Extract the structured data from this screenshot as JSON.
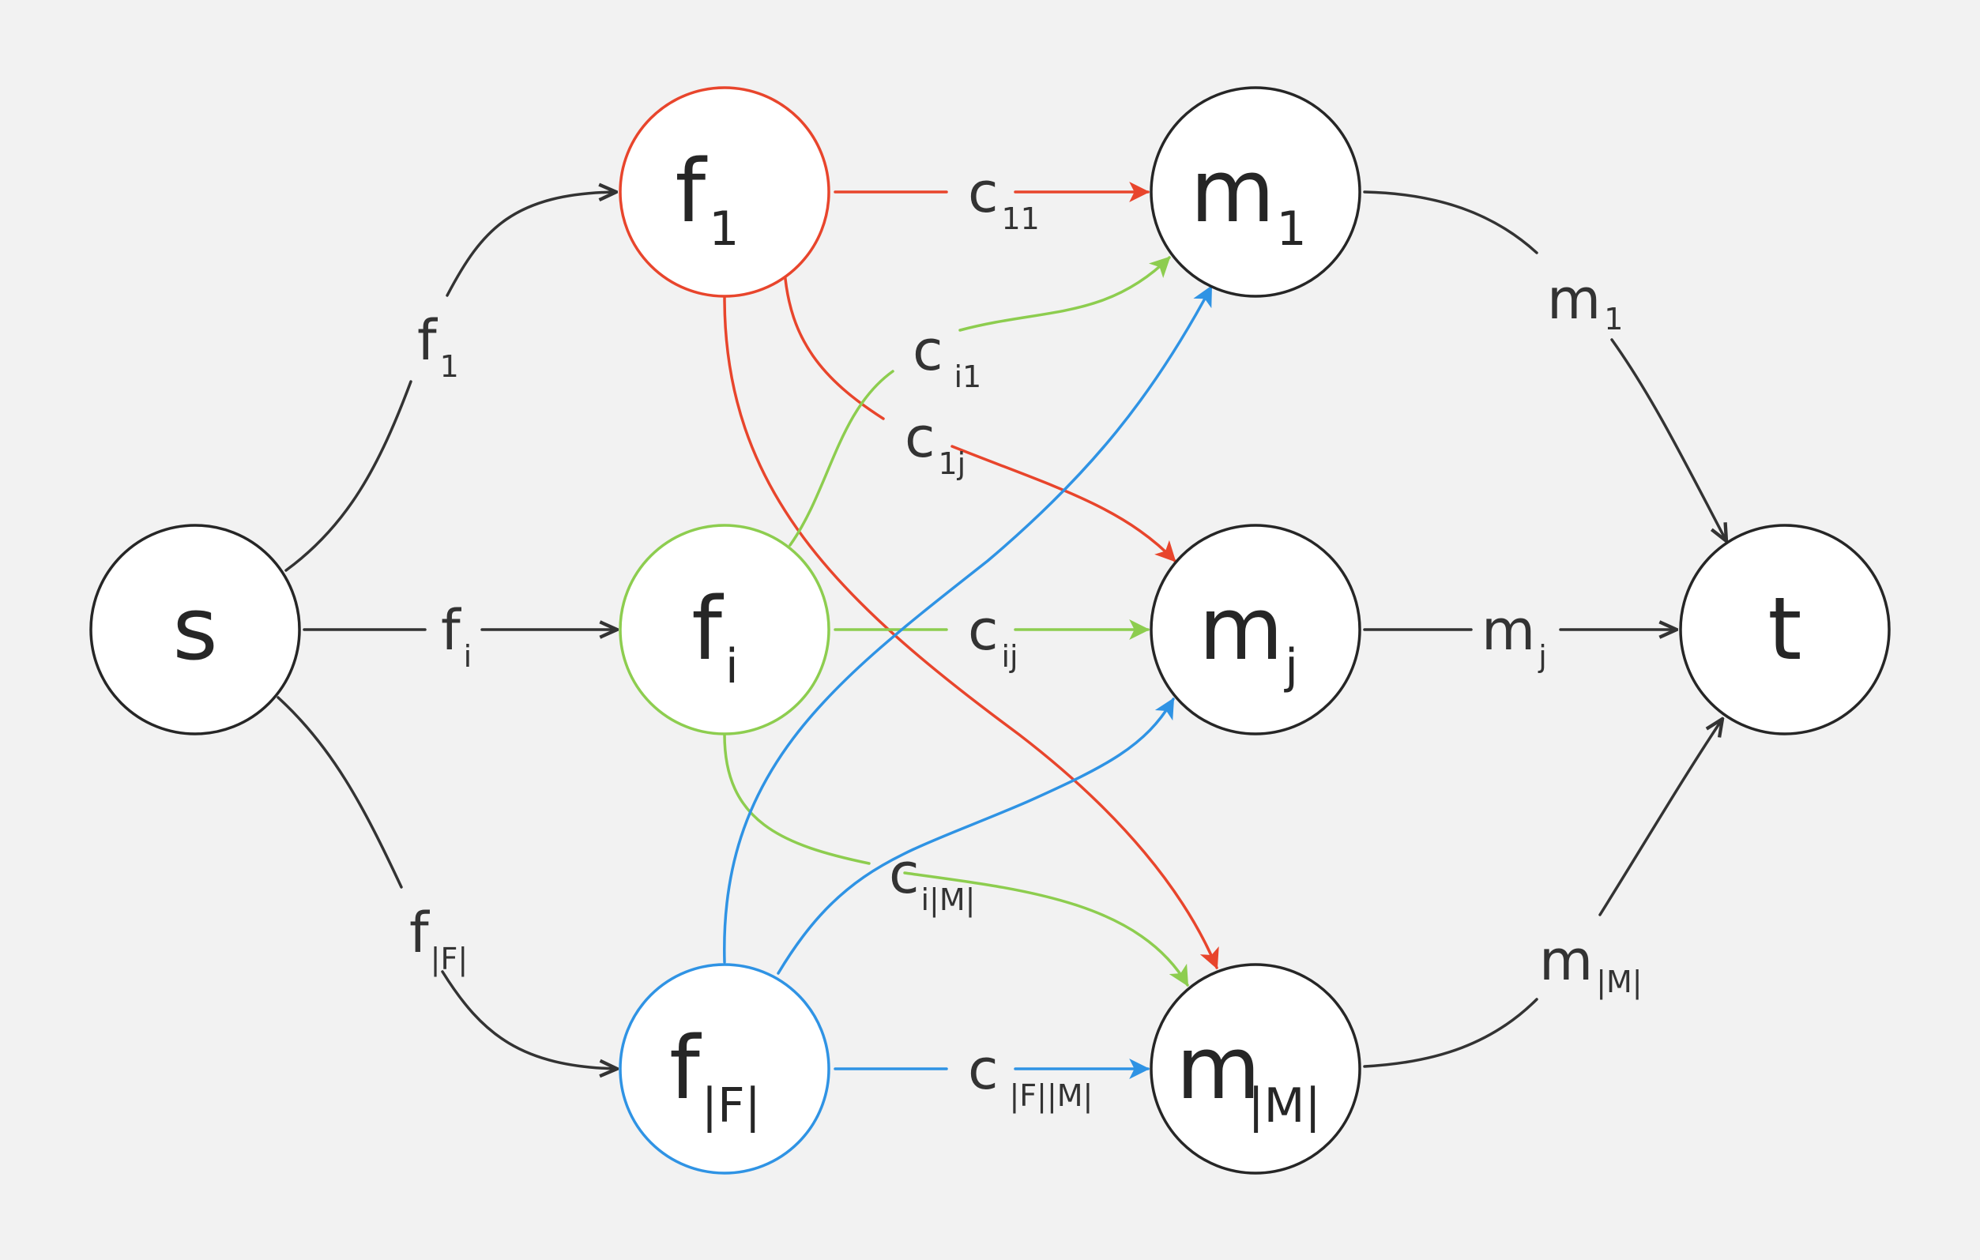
{
  "colors": {
    "background": "#f2f2f2",
    "black": "#333333",
    "red": "#e8452c",
    "green": "#8dcd4f",
    "blue": "#2f93e4"
  },
  "nodes": {
    "s": {
      "main": "s",
      "sub": ""
    },
    "f1": {
      "main": "f",
      "sub": "1"
    },
    "fi": {
      "main": "f",
      "sub": "i"
    },
    "fF": {
      "main": "f",
      "sub": "|F|"
    },
    "m1": {
      "main": "m",
      "sub": "1"
    },
    "mj": {
      "main": "m",
      "sub": "j"
    },
    "mM": {
      "main": "m",
      "sub": "|M|"
    },
    "t": {
      "main": "t",
      "sub": ""
    }
  },
  "edge_labels": {
    "s_f1": {
      "main": "f",
      "sub": "1"
    },
    "s_fi": {
      "main": "f",
      "sub": "i"
    },
    "s_fF": {
      "main": "f",
      "sub": "|F|"
    },
    "f1_m1": {
      "main": "c",
      "sub": "11"
    },
    "fi_m1": {
      "main": "c",
      "sub": "i1"
    },
    "f1_mj": {
      "main": "c",
      "sub": "1j"
    },
    "fi_mj": {
      "main": "c",
      "sub": "ij"
    },
    "fi_mM": {
      "main": "c",
      "sub": "i|M|"
    },
    "fF_mM": {
      "main": "c",
      "sub": "|F||M|"
    },
    "m1_t": {
      "main": "m",
      "sub": "1"
    },
    "mj_t": {
      "main": "m",
      "sub": "j"
    },
    "mM_t": {
      "main": "m",
      "sub": "|M|"
    }
  }
}
